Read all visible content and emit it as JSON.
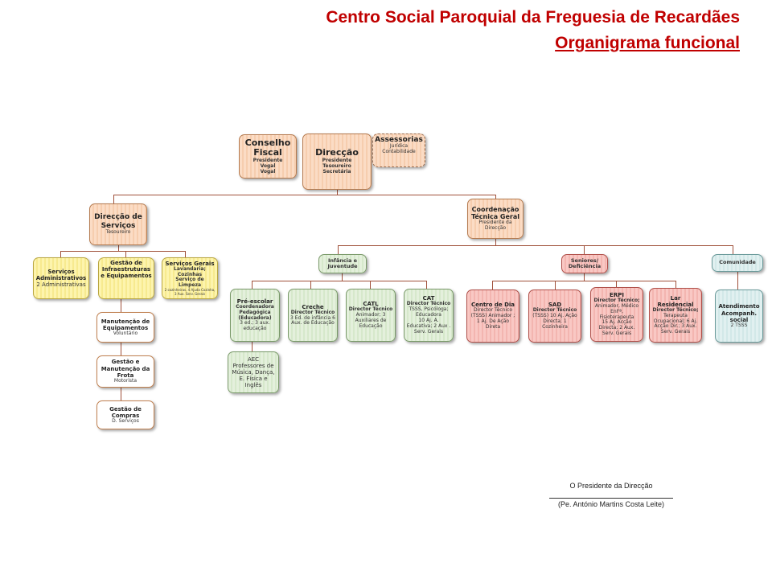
{
  "title": {
    "line1": "Centro Social Paroquial da Freguesia de Recardães",
    "line2": "Organigrama funcional"
  },
  "conselho_fiscal": {
    "title": "Conselho Fiscal",
    "lines": [
      "Presidente",
      "Vogal",
      "Vogal"
    ]
  },
  "direccao": {
    "title": "Direcção",
    "lines": [
      "Presidente",
      "Tesoureiro",
      "Secretária"
    ]
  },
  "assessorias": {
    "title": "Assessorias",
    "lines": [
      "Jurídica",
      "Contabilidade"
    ]
  },
  "direccao_servicos": {
    "title": "Direcção de Serviços",
    "lines": [
      "Tesoureiro"
    ]
  },
  "coordenacao": {
    "title": "Coordenação Técnica Geral",
    "lines": [
      "Presidente da Direcção"
    ]
  },
  "servicos_adm": {
    "title": "Serviços Administrativos",
    "lines": [
      "2 Administrativas"
    ]
  },
  "gestao_infra": {
    "title": "Gestão de Infraestruturas e Equipamentos"
  },
  "servicos_gerais": {
    "title": "Serviços Gerais",
    "lines": [
      "Lavandaria; Cozinhas",
      "Serviço de Limpeza",
      "2 cozinheiras, 4 Ajuda Cozinha, 3 Aux. Serv. Gerais"
    ]
  },
  "manutencao": {
    "title": "Manutenção de Equipamentos",
    "lines": [
      "Voluntário"
    ]
  },
  "frota": {
    "title": "Gestão e Manutenção da Frota",
    "lines": [
      "Motorista"
    ]
  },
  "compras": {
    "title": "Gestão de Compras",
    "lines": [
      "D. Serviços"
    ]
  },
  "infancia": {
    "title": "Infância e Juventude"
  },
  "seniores": {
    "title": "Seniores/ Deficiência"
  },
  "comunidade": {
    "title": "Comunidade"
  },
  "pre_escolar": {
    "title": "Pré-escolar",
    "lines": [
      "Coordenadora Pedagógica (Educadora)",
      "3 ed.; 3 aux. educação"
    ]
  },
  "creche": {
    "title": "Creche",
    "lines": [
      "Director Técnico",
      "3 Ed. de infância 6 Aux. de Educação"
    ]
  },
  "catl": {
    "title": "CATL",
    "lines": [
      "Director Técnico",
      "Animador; 3 Auxiliares de Educação"
    ]
  },
  "cat": {
    "title": "CAT",
    "lines": [
      "Director Técnico",
      "TSSS, Psicóloga; Educadora",
      "10 Aj. A. Educativa; 2 Aux . Serv. Gerais"
    ]
  },
  "aec": {
    "title": "AEC",
    "lines": [
      "Professores de Música, Dança, E. Física e Inglês"
    ]
  },
  "centro_dia": {
    "title": "Centro de Dia",
    "lines": [
      "Director Técnico (TSSS) Animador ; 1 Aj. De Ação Direta"
    ]
  },
  "sad": {
    "title": "SAD",
    "lines": [
      "Director Técnico",
      "(TSSS) 10 Aj. Ação Directa; 1 Cozinheira"
    ]
  },
  "erpi": {
    "title": "ERPI",
    "lines": [
      "Director Técnico;",
      "Animador, Médico EnFª, Fisioterapeuta",
      "15 Aj. Acção Directa; 2 Aux. Serv. Gerais"
    ]
  },
  "lar": {
    "title": "Lar Residencial",
    "lines": [
      "Director Técnico;",
      "Terapeuta Ocupacional; 6 Aj. Acção Dir.; 3 Aux. Serv. Gerais"
    ]
  },
  "atendimento": {
    "title": "Atendimento Acompanh. social",
    "lines": [
      "2 TSSS"
    ]
  },
  "signature": {
    "role": "O Presidente da Direcção",
    "name": "(Pe. António Martins Costa Leite)"
  },
  "colors": {
    "title": "#c00000",
    "connector": "#a0503a"
  }
}
